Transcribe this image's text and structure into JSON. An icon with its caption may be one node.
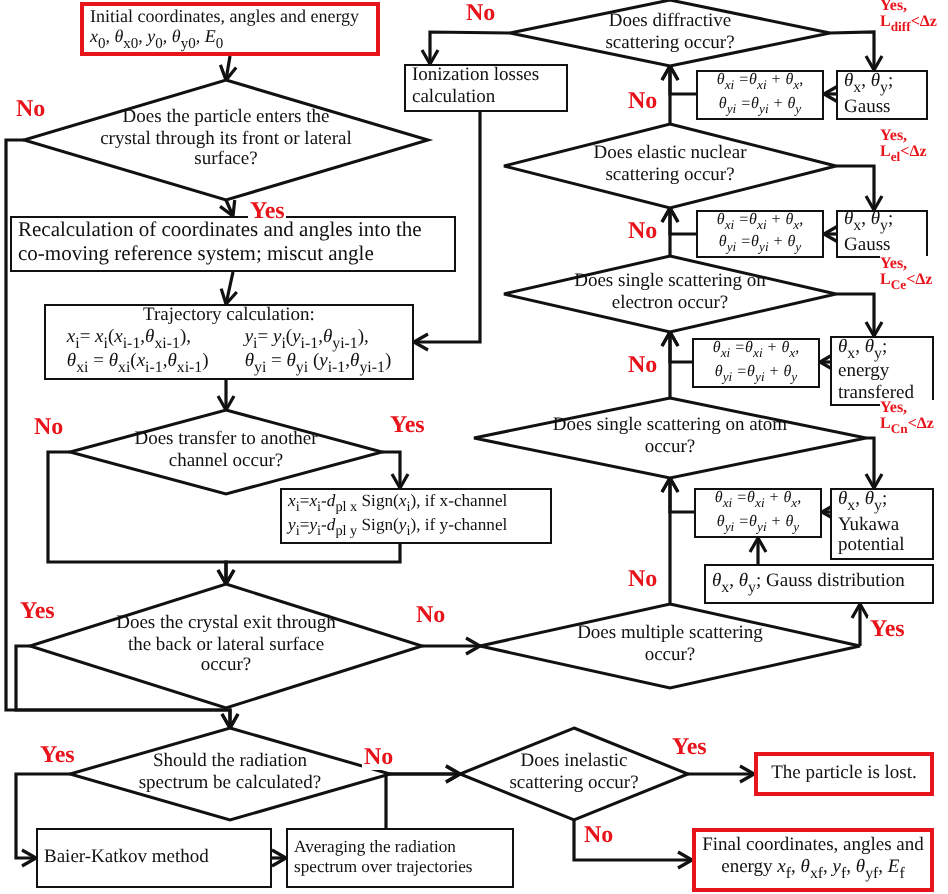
{
  "diagram": {
    "nodes": [
      {
        "text": [
          "Initial coordinates, angles and energy *x*$_{0}$, *θ*$_{x0}$, *y*$_{0}$, *θ*$_{y0}$, *E*$_{0}$"
        ]
      },
      {
        "text": [
          "Does the particle enters the crystal through its front or lateral surface?"
        ]
      },
      {
        "text": [
          "Recalculation of coordinates and angles into the co-moving reference system; miscut angle"
        ]
      },
      {
        "text": [
          "Trajectory calculation:",
          "*x*$_{i}$= *x*$_{i}$(*x*$_{i-1}$,*θ*$_{xi-1}$),",
          "*y*$_{i}$= *y*$_{i}$(*y*$_{i-1}$,*θ*$_{yi-1}$),",
          "*θ*$_{xi}$ = *θ*$_{xi}$(*x*$_{i-1}$,*θ*$_{xi-1}$)",
          "*θ*$_{yi}$ = *θ*$_{yi}$ (*y*$_{i-1}$,*θ*$_{yi-1}$)"
        ]
      },
      {
        "text": [
          "Does transfer to another channel occur?"
        ]
      },
      {
        "text": [
          "*x*$_{i}$=*x*$_{i}$-*d*$_{pl x}$ Sign(*x*$_{i}$), if x-channel",
          "*y*$_{i}$=*y*$_{i}$-*d*$_{pl y}$ Sign(*y*$_{i}$), if y-channel"
        ]
      },
      {
        "text": [
          "Does the crystal exit through the back or lateral surface occur?"
        ]
      },
      {
        "text": [
          "Should the radiation spectrum be calculated?"
        ]
      },
      {
        "text": [
          "Baier-Katkov method"
        ]
      },
      {
        "text": [
          "Averaging the radiation spectrum over trajectories"
        ]
      },
      {
        "text": [
          "Does inelastic scattering occur?"
        ]
      },
      {
        "text": [
          "The particle is lost."
        ]
      },
      {
        "text": [
          "Final coordinates, angles and energy *x*$_{f}$, *θ*$_{xf}$, *y*$_{f}$, *θ*$_{yf}$, *E*$_{f}$"
        ]
      },
      {
        "text": [
          "Does diffractive scattering occur?"
        ]
      },
      {
        "text": [
          "Ionization losses calculation"
        ]
      },
      {
        "text": [
          "θ$_{xi}$ =θ$_{xi}$ + θ$_{x}$,",
          "θ$_{yi}$ =θ$_{yi}$ + θ$_{y}$"
        ]
      },
      {
        "text": [
          "*θ*$_{x}$, *θ*$_{y}$; Gauss"
        ]
      },
      {
        "text": [
          "Does elastic nuclear scattering occur?"
        ]
      },
      {
        "text": [
          "θ$_{xi}$ =θ$_{xi}$ + θ$_{x}$,",
          "θ$_{yi}$ =θ$_{yi}$ + θ$_{y}$"
        ]
      },
      {
        "text": [
          "*θ*$_{x}$, *θ*$_{y}$; Gauss"
        ]
      },
      {
        "text": [
          "Does single scattering on electron occur?"
        ]
      },
      {
        "text": [
          "θ$_{xi}$ =θ$_{xi}$ + θ$_{x}$,",
          "θ$_{yi}$ =θ$_{yi}$ + θ$_{y}$"
        ]
      },
      {
        "text": [
          "*θ*$_{x}$, *θ*$_{y}$; energy transfered"
        ]
      },
      {
        "text": [
          "Does single scattering on atom occur?"
        ]
      },
      {
        "text": [
          "θ$_{xi}$ =θ$_{xi}$ + θ$_{x}$,",
          "θ$_{yi}$ =θ$_{yi}$ + θ$_{y}$"
        ]
      },
      {
        "text": [
          "*θ*$_{x}$, *θ*$_{y}$; Yukawa potential"
        ]
      },
      {
        "text": [
          "*θ*$_{x}$, *θ*$_{y}$; Gauss distribution"
        ]
      },
      {
        "text": [
          "Does multiple scattering occur?"
        ]
      }
    ],
    "edges": [
      {
        "from": 0,
        "to": 1,
        "arrow": "to"
      },
      {
        "from": 1,
        "to": 2,
        "arrow": "to",
        "label": "Yes"
      },
      {
        "from": 1,
        "to": 7,
        "arrow": "to",
        "label": "No"
      },
      {
        "from": 2,
        "to": 3,
        "arrow": "to"
      },
      {
        "from": 3,
        "to": 4,
        "arrow": "to"
      },
      {
        "from": 4,
        "to": 5,
        "arrow": "to",
        "label": "Yes"
      },
      {
        "from": 4,
        "to": 6,
        "arrow": "to",
        "label": "No"
      },
      {
        "from": 5,
        "to": 6,
        "arrow": "to"
      },
      {
        "from": 6,
        "to": 27,
        "arrow": "to",
        "label": "No"
      },
      {
        "from": 6,
        "to": 7,
        "arrow": "to",
        "label": "Yes"
      },
      {
        "from": 7,
        "to": 8,
        "arrow": "to",
        "label": "Yes"
      },
      {
        "from": 7,
        "to": 10,
        "arrow": "to",
        "label": "No"
      },
      {
        "from": 8,
        "to": 9,
        "arrow": "to"
      },
      {
        "from": 9,
        "to": 10,
        "arrow": "to"
      },
      {
        "from": 10,
        "to": 11,
        "arrow": "to",
        "label": "Yes"
      },
      {
        "from": 10,
        "to": 12,
        "arrow": "to",
        "label": "No"
      },
      {
        "from": 13,
        "to": 14,
        "arrow": "to",
        "label": "No"
      },
      {
        "from": 14,
        "to": 3,
        "arrow": "to"
      },
      {
        "from": 13,
        "to": 16,
        "arrow": "to",
        "label": "Yes, L$_{diff}$<Δz"
      },
      {
        "from": 16,
        "to": 15,
        "arrow": "to"
      },
      {
        "from": 15,
        "to": 13,
        "arrow": "to"
      },
      {
        "from": 17,
        "to": 13,
        "arrow": "to",
        "label": "No"
      },
      {
        "from": 17,
        "to": 19,
        "arrow": "to",
        "label": "Yes, L$_{el}$<Δz"
      },
      {
        "from": 19,
        "to": 18,
        "arrow": "to"
      },
      {
        "from": 18,
        "to": 17,
        "arrow": "to"
      },
      {
        "from": 20,
        "to": 17,
        "arrow": "to",
        "label": "No"
      },
      {
        "from": 20,
        "to": 22,
        "arrow": "to",
        "label": "Yes, L$_{Ce}$<Δz"
      },
      {
        "from": 22,
        "to": 21,
        "arrow": "to"
      },
      {
        "from": 21,
        "to": 20,
        "arrow": "to"
      },
      {
        "from": 23,
        "to": 20,
        "arrow": "to",
        "label": "No"
      },
      {
        "from": 23,
        "to": 25,
        "arrow": "to",
        "label": "Yes, L$_{Cn}$<Δz"
      },
      {
        "from": 25,
        "to": 24,
        "arrow": "to"
      },
      {
        "from": 24,
        "to": 23,
        "arrow": "to"
      },
      {
        "from": 26,
        "to": 24,
        "arrow": "to"
      },
      {
        "from": 27,
        "to": 23,
        "arrow": "to",
        "label": "No"
      },
      {
        "from": 27,
        "to": 26,
        "arrow": "to",
        "label": "Yes"
      }
    ]
  }
}
